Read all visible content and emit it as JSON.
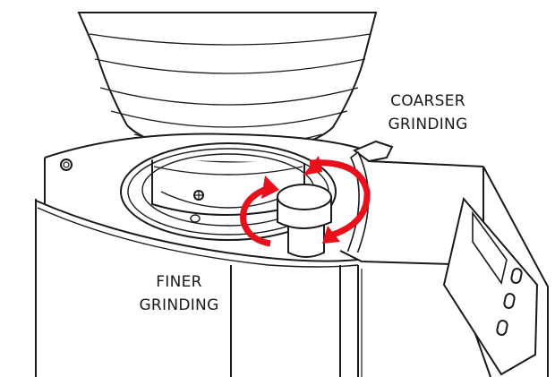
{
  "labels": {
    "coarser": [
      "COARSER",
      "GRINDING"
    ],
    "finer": [
      "FINER",
      "GRINDING"
    ]
  },
  "colors": {
    "line": "#1a1a1a",
    "arrow": "#e8101a",
    "background": "#ffffff"
  },
  "icons": {
    "rotation": "rotate-both-ways-arrows"
  }
}
